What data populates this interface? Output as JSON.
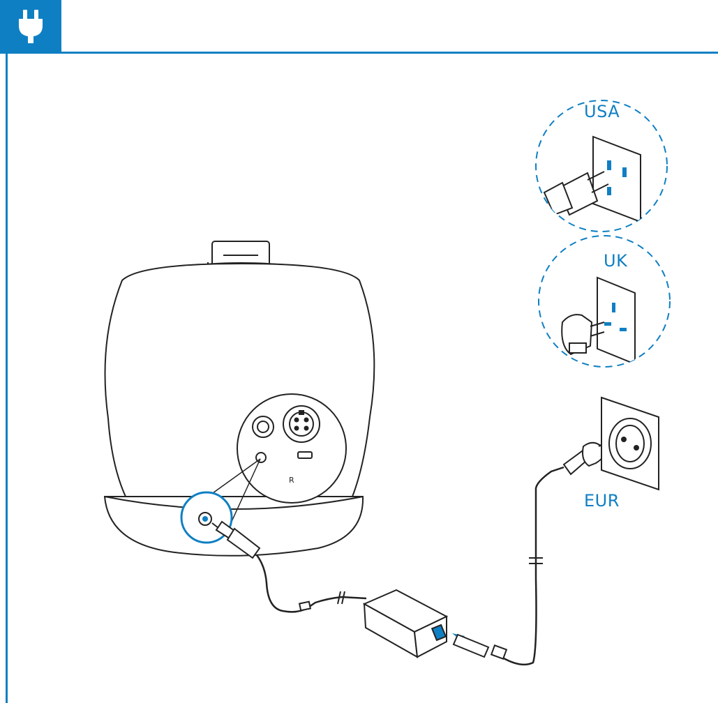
{
  "header": {
    "icon": "power-plug-icon"
  },
  "regions": {
    "usa": "USA",
    "uk": "UK",
    "eur": "EUR"
  },
  "device": {
    "port_label": "R"
  },
  "colors": {
    "accent": "#0f7fc3"
  }
}
